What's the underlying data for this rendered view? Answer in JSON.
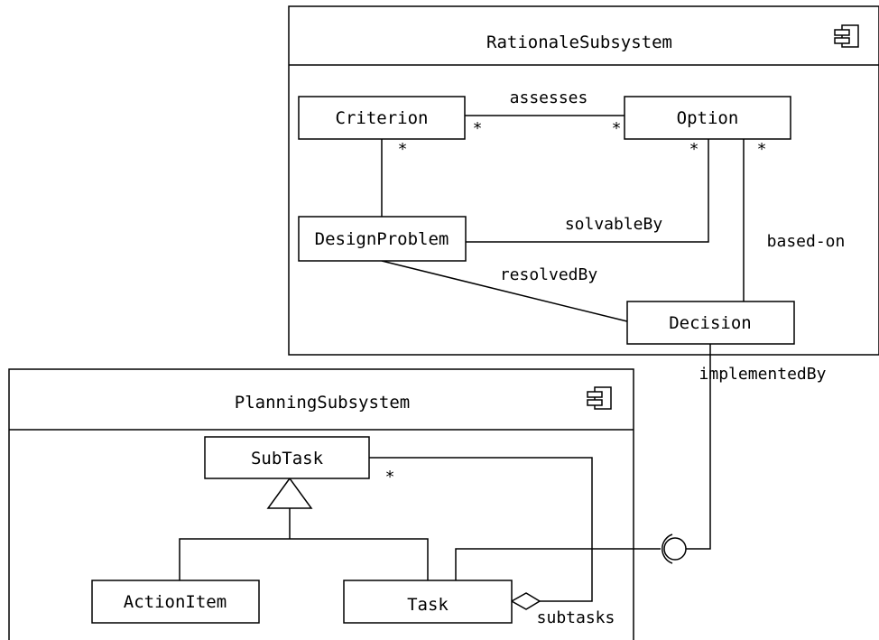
{
  "rationale": {
    "title": "RationaleSubsystem",
    "classes": {
      "criterion": "Criterion",
      "option": "Option",
      "design_problem": "DesignProblem",
      "decision": "Decision"
    },
    "associations": {
      "assesses": "assesses",
      "solvable_by": "solvableBy",
      "based_on": "based-on",
      "resolved_by": "resolvedBy"
    }
  },
  "planning": {
    "title": "PlanningSubsystem",
    "classes": {
      "subtask": "SubTask",
      "action_item": "ActionItem",
      "task": "Task"
    },
    "associations": {
      "subtasks": "subtasks"
    }
  },
  "interface_label": "implementedBy",
  "multiplicity": "*",
  "icons": {
    "component": "component-icon"
  }
}
